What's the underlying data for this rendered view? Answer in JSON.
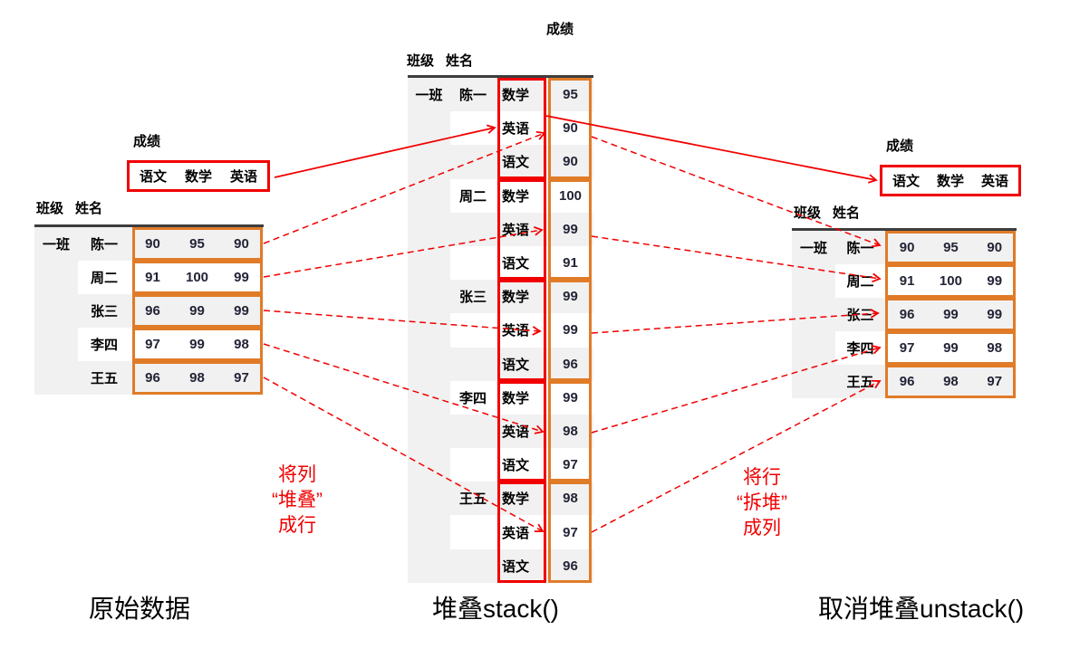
{
  "colors": {
    "red": "#f10000",
    "orange": "#e07b28",
    "row_gray": "#f1f1f1",
    "header_line": "#3d3d3d",
    "number_text": "#222436"
  },
  "headers": {
    "score": "成绩",
    "class": "班级",
    "name": "姓名"
  },
  "subjects": [
    "语文",
    "数学",
    "英语"
  ],
  "original": {
    "caption": "原始数据",
    "rows": [
      {
        "class": "一班",
        "name": "陈一",
        "scores": [
          "90",
          "95",
          "90"
        ]
      },
      {
        "class": "",
        "name": "周二",
        "scores": [
          "91",
          "100",
          "99"
        ]
      },
      {
        "class": "",
        "name": "张三",
        "scores": [
          "96",
          "99",
          "99"
        ]
      },
      {
        "class": "",
        "name": "李四",
        "scores": [
          "97",
          "99",
          "98"
        ]
      },
      {
        "class": "",
        "name": "王五",
        "scores": [
          "96",
          "98",
          "97"
        ]
      }
    ]
  },
  "stacked": {
    "caption": "堆叠stack()",
    "rows": [
      {
        "class": "一班",
        "name": "陈一",
        "subject": "数学",
        "value": "95"
      },
      {
        "class": "",
        "name": "",
        "subject": "英语",
        "value": "90"
      },
      {
        "class": "",
        "name": "",
        "subject": "语文",
        "value": "90"
      },
      {
        "class": "",
        "name": "周二",
        "subject": "数学",
        "value": "100"
      },
      {
        "class": "",
        "name": "",
        "subject": "英语",
        "value": "99"
      },
      {
        "class": "",
        "name": "",
        "subject": "语文",
        "value": "91"
      },
      {
        "class": "",
        "name": "张三",
        "subject": "数学",
        "value": "99"
      },
      {
        "class": "",
        "name": "",
        "subject": "英语",
        "value": "99"
      },
      {
        "class": "",
        "name": "",
        "subject": "语文",
        "value": "96"
      },
      {
        "class": "",
        "name": "李四",
        "subject": "数学",
        "value": "99"
      },
      {
        "class": "",
        "name": "",
        "subject": "英语",
        "value": "98"
      },
      {
        "class": "",
        "name": "",
        "subject": "语文",
        "value": "97"
      },
      {
        "class": "",
        "name": "王五",
        "subject": "数学",
        "value": "98"
      },
      {
        "class": "",
        "name": "",
        "subject": "英语",
        "value": "97"
      },
      {
        "class": "",
        "name": "",
        "subject": "语文",
        "value": "96"
      }
    ]
  },
  "unstacked": {
    "caption": "取消堆叠unstack()",
    "rows": [
      {
        "class": "一班",
        "name": "陈一",
        "scores": [
          "90",
          "95",
          "90"
        ]
      },
      {
        "class": "",
        "name": "周二",
        "scores": [
          "91",
          "100",
          "99"
        ]
      },
      {
        "class": "",
        "name": "张三",
        "scores": [
          "96",
          "99",
          "99"
        ]
      },
      {
        "class": "",
        "name": "李四",
        "scores": [
          "97",
          "99",
          "98"
        ]
      },
      {
        "class": "",
        "name": "王五",
        "scores": [
          "96",
          "98",
          "97"
        ]
      }
    ]
  },
  "annotations": {
    "stack_note": [
      "将列",
      "“堆叠”",
      "成行"
    ],
    "unstack_note": [
      "将行",
      "“拆堆”",
      "成列"
    ]
  }
}
